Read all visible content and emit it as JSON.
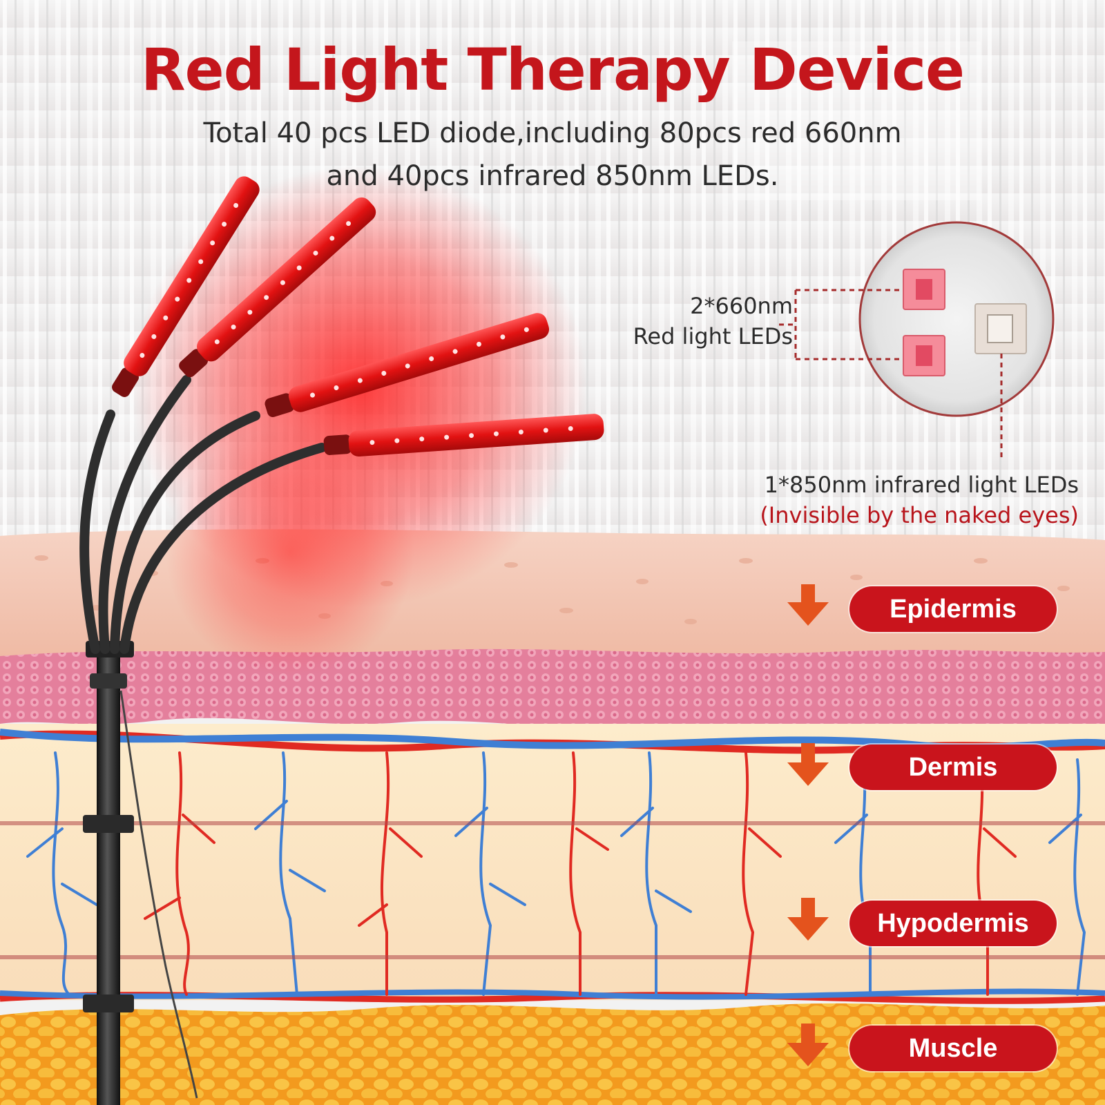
{
  "title": "Red Light Therapy Device",
  "subtitle_line1": "Total 40 pcs LED diode,including 80pcs red 660nm",
  "subtitle_line2": "and 40pcs infrared 850nm LEDs.",
  "callouts": {
    "red_leds_line1": "2*660nm",
    "red_leds_line2": "Red light LEDs",
    "infrared_leds": "1*850nm infrared light LEDs",
    "infrared_note": "(Invisible by the naked eyes)"
  },
  "skin_layers": [
    {
      "label": "Epidermis"
    },
    {
      "label": "Dermis"
    },
    {
      "label": "Hypodermis"
    },
    {
      "label": "Muscle"
    }
  ],
  "colors": {
    "title_red": "#c4161c",
    "badge_red": "#c9141c",
    "epidermis": "#f2c7b6",
    "dermis_cells": "#e58ca6",
    "hypodermis": "#fbe6c8",
    "muscle_fat": "#f4b52c",
    "vein_blue": "#3f7fd4",
    "artery_red": "#e02a22"
  },
  "icons": {
    "arrow": "down-arrow-icon",
    "led_chip": "led-chip-icon",
    "light_panel": "led-light-bar-icon"
  }
}
